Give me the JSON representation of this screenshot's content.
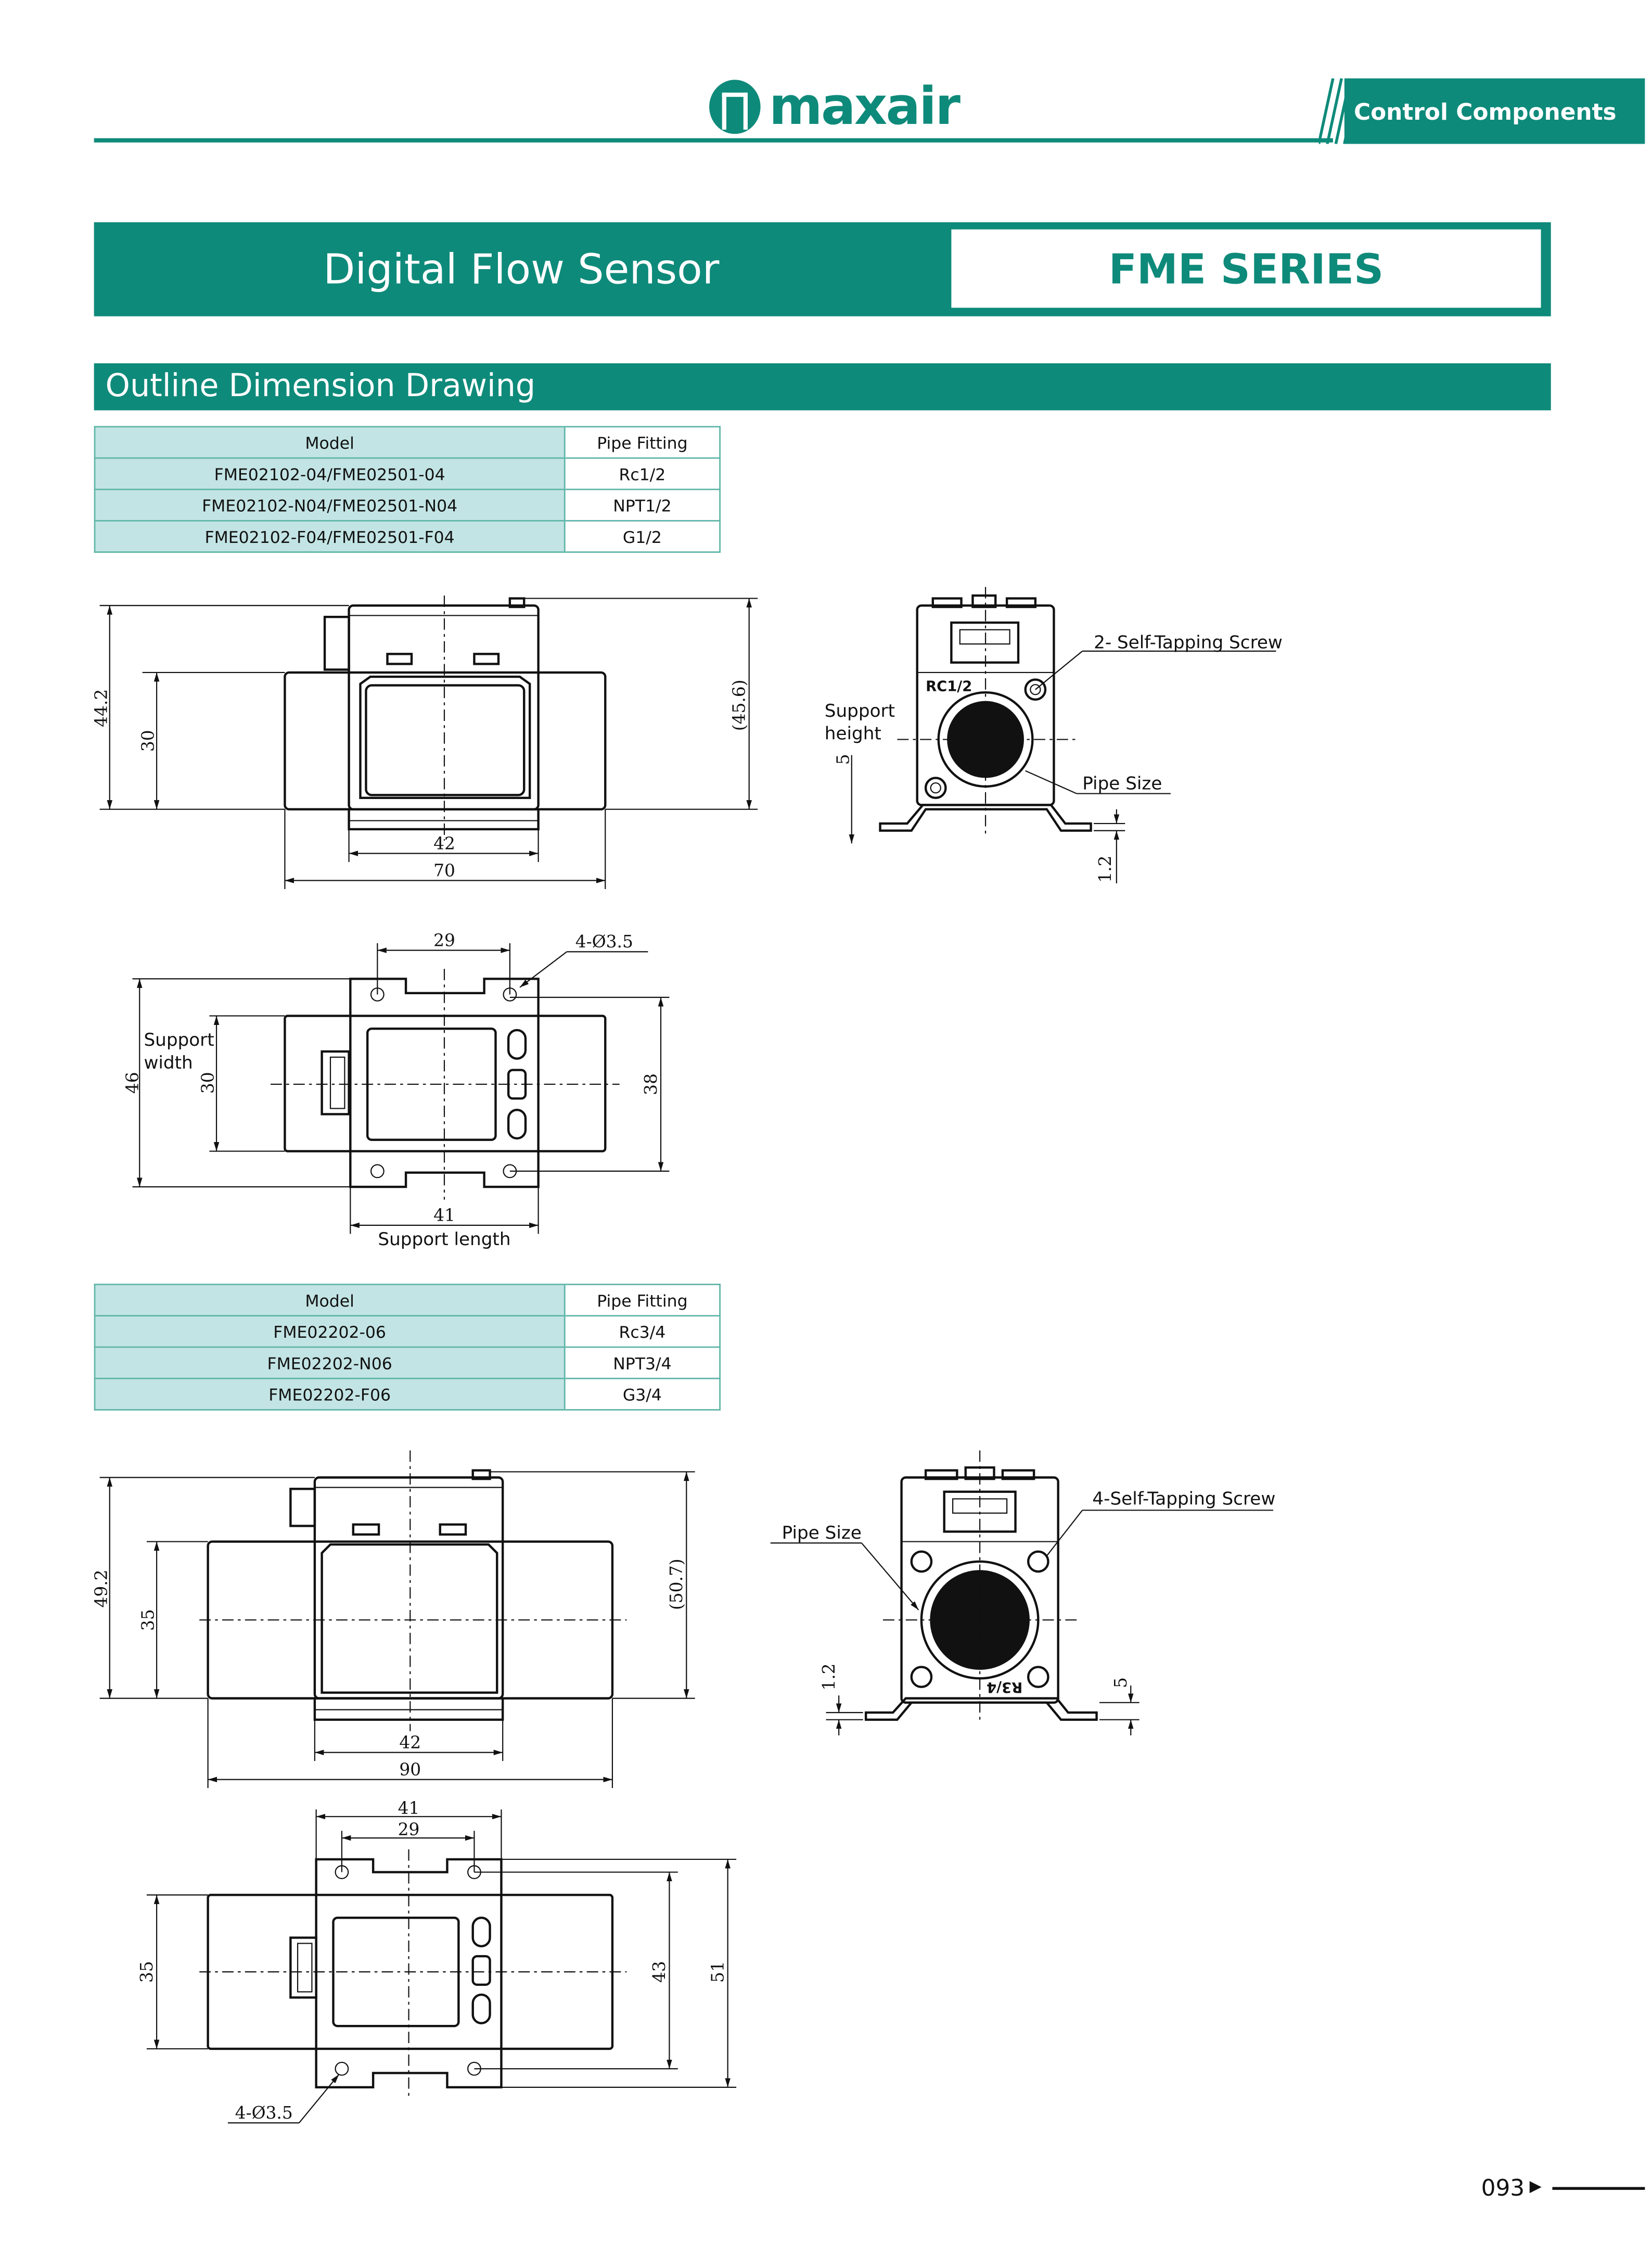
{
  "header": {
    "brand": "maxair",
    "category": "Control Components"
  },
  "banner": {
    "title": "Digital Flow Sensor",
    "series": "FME SERIES"
  },
  "section": {
    "title": "Outline Dimension Drawing"
  },
  "table1": {
    "headers": [
      "Model",
      "Pipe Fitting"
    ],
    "rows": [
      [
        "FME02102-04/FME02501-04",
        "Rc1/2"
      ],
      [
        "FME02102-N04/FME02501-N04",
        "NPT1/2"
      ],
      [
        "FME02102-F04/FME02501-F04",
        "G1/2"
      ]
    ]
  },
  "table2": {
    "headers": [
      "Model",
      "Pipe Fitting"
    ],
    "rows": [
      [
        "FME02202-06",
        "Rc3/4"
      ],
      [
        "FME02202-N06",
        "NPT3/4"
      ],
      [
        "FME02202-F06",
        "G3/4"
      ]
    ]
  },
  "drawing1": {
    "front": {
      "height_total": "44.2",
      "height_pipe": "30",
      "height_ref": "(45.6)",
      "width_module": "42",
      "width_total": "70"
    },
    "side": {
      "screw_label": "2- Self-Tapping Screw",
      "support_height_l1": "Support",
      "support_height_l2": "height",
      "support_height": "5",
      "pipe_size_label": "Pipe Size",
      "bracket_thickness": "1.2",
      "thread_mark": "RC1/2"
    },
    "top": {
      "hole_spacing": "29",
      "holes_label": "4-Ø3.5",
      "support_width_l1": "Support",
      "support_width_l2": "width",
      "plate_width": "46",
      "pipe_height": "30",
      "hole_pitch": "38",
      "plate_length": "41",
      "support_length_label": "Support length"
    }
  },
  "drawing2": {
    "front": {
      "height_total": "49.2",
      "height_pipe": "35",
      "height_ref": "(50.7)",
      "width_module": "42",
      "width_total": "90"
    },
    "side": {
      "pipe_size_label": "Pipe Size",
      "screw_label": "4-Self-Tapping Screw",
      "bracket_thickness": "1.2",
      "support_height": "5",
      "thread_mark": "R3/4"
    },
    "top": {
      "plate_length": "41",
      "hole_spacing": "29",
      "pipe_height": "35",
      "hole_pitch": "43",
      "plate_width": "51",
      "holes_label": "4-Ø3.5"
    }
  },
  "footer": {
    "page_number": "093"
  },
  "colors": {
    "brand": "#0e8a7a",
    "table_fill": "#c3e4e4"
  }
}
